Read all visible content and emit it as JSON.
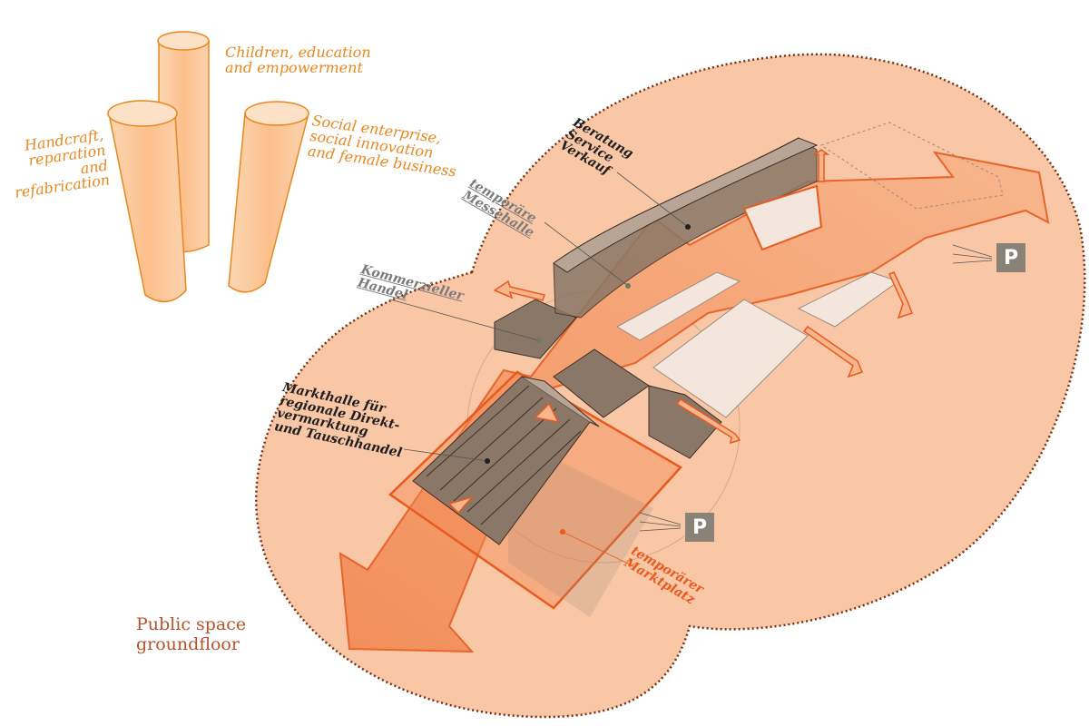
{
  "pillars": [
    {
      "id": "children",
      "label": "Children, education\nand empowerment"
    },
    {
      "id": "handcraft",
      "label": "Handcraft,\nreparation and\nrefabrication"
    },
    {
      "id": "social",
      "label": "Social enterprise,\nsocial innovation\nand female business"
    }
  ],
  "labels": {
    "beratung": "Beratung\nService\nVerkauf",
    "messehalle": "temporäre\nMessehalle",
    "handel": "Kommerzieller\nHandel",
    "markthalle": "Markthalle für\nregionale Direkt-\nvermarktung\nund Tauschhandel",
    "marktplatz": "temporärer\nMarktplatz",
    "public_space": "Public space\ngroundfloor"
  },
  "parking": {
    "symbol": "P"
  },
  "colors": {
    "area_fill": "#f9c7a6",
    "arrow_orange": "#e85a1e",
    "pillar_fill": "#fbcfa6",
    "pillar_stroke": "#e8871e",
    "building_dark": "#8a7767",
    "building_light": "#f4e6dc",
    "text_public": "#b5522c"
  }
}
